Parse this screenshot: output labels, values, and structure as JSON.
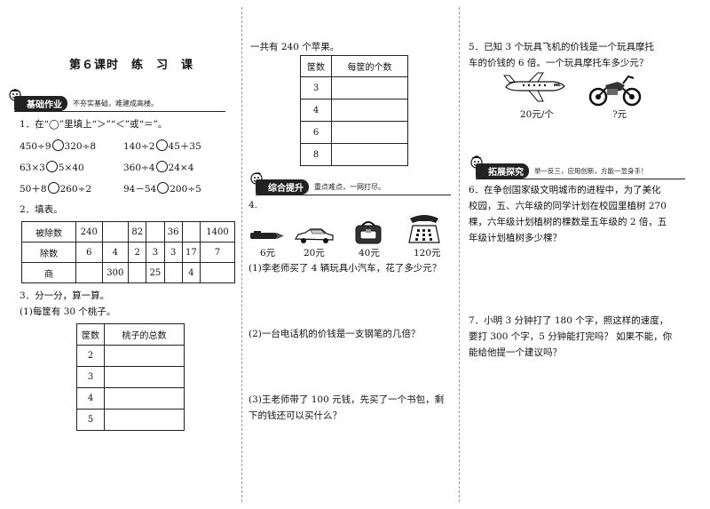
{
  "title": "第６课时　练　习　课",
  "banner1": {
    "label": "基础作业",
    "note": "不夯实基础，难建成高楼。"
  },
  "banner2": {
    "label": "综合提升",
    "note": "重点难点，一网打尽。"
  },
  "banner3": {
    "label": "拓展探究",
    "note": "举一反三，应用创新，方能一显身手！"
  },
  "q1": {
    "stem": "1．在“◯”里填上“＞”“＜”或“＝”。",
    "items": [
      {
        "a": "450÷9",
        "b": "320÷8"
      },
      {
        "a": "140÷2",
        "b": "45＋35"
      },
      {
        "a": "63×3",
        "b": "5×40"
      },
      {
        "a": "360÷4",
        "b": "24×4"
      },
      {
        "a": "50＋8",
        "b": "260÷2"
      },
      {
        "a": "94－54",
        "b": "200÷5"
      }
    ]
  },
  "q2": {
    "stem": "2．填表。",
    "rows": [
      [
        "被除数",
        "240",
        "",
        "82",
        "",
        "36",
        "",
        "1400"
      ],
      [
        "除数",
        "6",
        "4",
        "2",
        "3",
        "3",
        "17",
        "7"
      ],
      [
        "商",
        "",
        "300",
        "",
        "25",
        "",
        "4",
        ""
      ]
    ]
  },
  "q3": {
    "stem": "3．分一分，算一算。",
    "p1": "(1)每筐有 30 个桃子。",
    "t1_head": [
      "筐数",
      "桃子的总数"
    ],
    "t1_rows": [
      "2",
      "3",
      "4",
      "5"
    ],
    "p2": "一共有 240 个苹果。",
    "t2_head": [
      "筐数",
      "每筐的个数"
    ],
    "t2_rows": [
      "3",
      "4",
      "6",
      "8"
    ]
  },
  "q4": {
    "num": "4.",
    "items": [
      {
        "icon": "pen-icon",
        "price": "6元"
      },
      {
        "icon": "toy-car-icon",
        "price": "20元"
      },
      {
        "icon": "schoolbag-icon",
        "price": "40元"
      },
      {
        "icon": "telephone-icon",
        "price": "120元"
      }
    ],
    "s1": "(1)李老师买了 4 辆玩具小汽车，花了多少元？",
    "s2": "(2)一台电话机的价钱是一支钢笔的几倍？",
    "s3a": "(3)王老师带了 100 元钱，先买了一个书包，剩",
    "s3b": "下的钱还可以买什么？"
  },
  "q5": {
    "line1": "5．已知 3 个玩具飞机的价钱是一个玩具摩托",
    "line2": "车的价钱的 6 倍。一个玩具摩托车多少元？",
    "plane_price": "20元/个",
    "moto_price": "?元"
  },
  "q6": {
    "lines": [
      "6．在争创国家级文明城市的进程中，为了美化",
      "校园，五、六年级的同学计划在校园里植树 270",
      "棵，六年级计划植树的棵数是五年级的 2 倍，五",
      "年级计划植树多少棵？"
    ]
  },
  "q7": {
    "lines": [
      "7．小明 3 分钟打了 180 个字，照这样的速度，",
      "要打 300 个字，5 分钟能打完吗？ 如果不能，你",
      "能给他提一个建议吗？"
    ]
  }
}
